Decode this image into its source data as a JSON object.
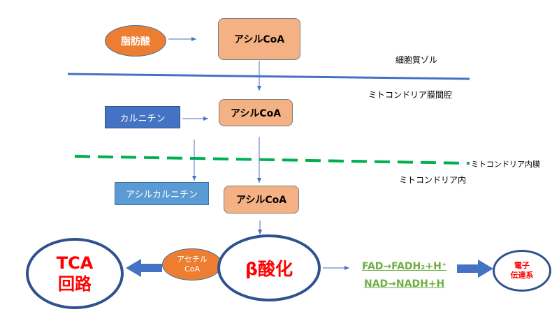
{
  "nodes": {
    "fatty_acid": "脂肪酸",
    "acyl_coa_1": "アシルCoA",
    "acyl_coa_2": "アシルCoA",
    "acyl_coa_3": "アシルCoA",
    "carnitine": "カルニチン",
    "acyl_carnitine": "アシルカルニチン",
    "acetyl_coa_line1": "アセチル",
    "acetyl_coa_line2": "CoA",
    "beta_oxidation": "β酸化",
    "tca_line1": "TCA",
    "tca_line2": "回路",
    "etc_line1": "電子",
    "etc_line2": "伝達系"
  },
  "regions": {
    "cytosol": "細胞質ゾル",
    "intermembrane_space": "ミトコンドリア膜間腔",
    "inner_membrane": "ミトコンドリア内膜",
    "matrix": "ミトコンドリア内"
  },
  "reactions": {
    "fad": "FAD→FADH₂+H⁺",
    "nad": "NAD→NADH+H"
  },
  "colors": {
    "orange": "#ed7d31",
    "salmon": "#f4b183",
    "blue": "#4472c4",
    "light_blue": "#5b9bd5",
    "outer_membrane": "#4472c4",
    "inner_membrane": "#00b050",
    "red_text": "#ff0000",
    "green_text": "#70ad47",
    "ellipse_border": "#2f528f"
  }
}
